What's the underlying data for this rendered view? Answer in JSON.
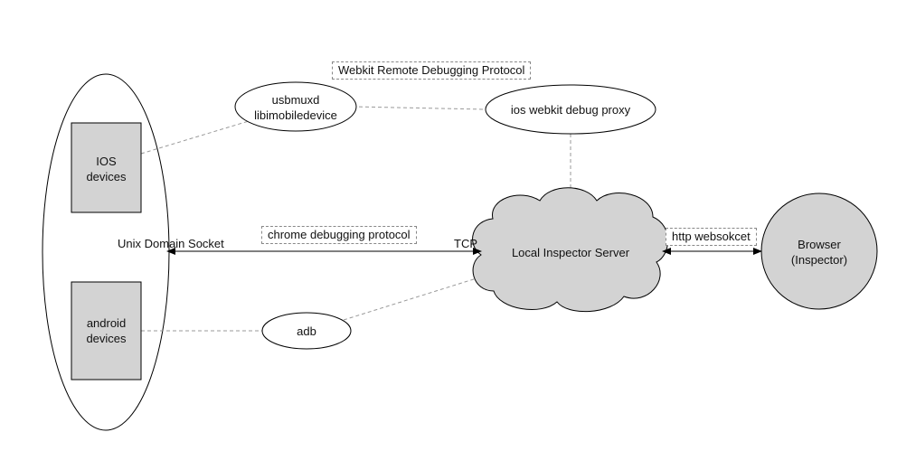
{
  "labels": {
    "webkit_protocol": "Webkit Remote Debugging Protocol",
    "usbmuxd_line1": "usbmuxd",
    "usbmuxd_line2": "libimobiledevice",
    "ios_proxy": "ios webkit debug proxy",
    "ios_devices_line1": "IOS",
    "ios_devices_line2": "devices",
    "unix_socket": "Unix Domain Socket",
    "chrome_protocol": "chrome debugging protocol",
    "tcp": "TCP",
    "local_server": "Local Inspector Server",
    "http_websocket": "http websokcet",
    "browser_line1": "Browser",
    "browser_line2": "(Inspector)",
    "android_line1": "android",
    "android_line2": "devices",
    "adb": "adb"
  },
  "colors": {
    "node_fill": "#d3d3d3",
    "stroke": "#000000",
    "dashed": "#999999"
  }
}
